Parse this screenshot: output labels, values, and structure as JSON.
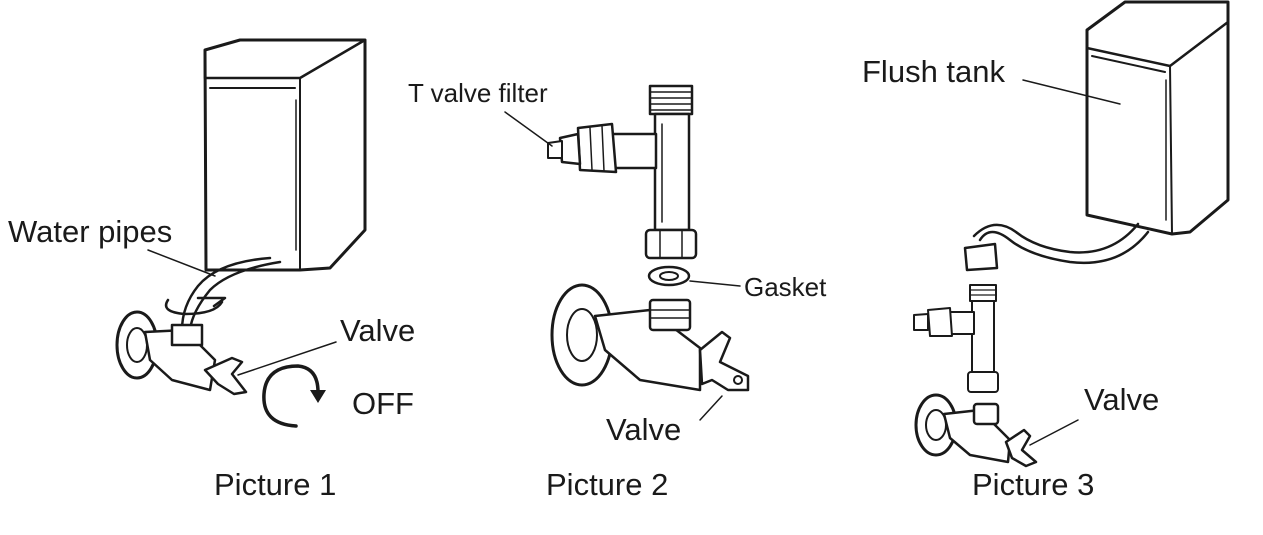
{
  "labels": {
    "water_pipes": "Water pipes",
    "valve_1": "Valve",
    "off": "OFF",
    "picture_1": "Picture 1",
    "t_valve_filter": "T valve filter",
    "gasket": "Gasket",
    "valve_2": "Valve",
    "picture_2": "Picture 2",
    "flush_tank": "Flush tank",
    "valve_3": "Valve",
    "picture_3": "Picture 3"
  }
}
